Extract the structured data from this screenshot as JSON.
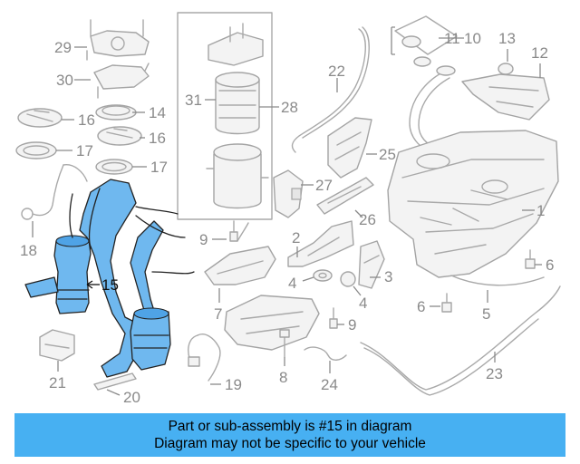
{
  "callouts": [
    {
      "id": "c1",
      "text": "1"
    },
    {
      "id": "c2",
      "text": "2"
    },
    {
      "id": "c3",
      "text": "3"
    },
    {
      "id": "c4a",
      "text": "4"
    },
    {
      "id": "c4b",
      "text": "4"
    },
    {
      "id": "c5",
      "text": "5"
    },
    {
      "id": "c6a",
      "text": "6"
    },
    {
      "id": "c6b",
      "text": "6"
    },
    {
      "id": "c7",
      "text": "7"
    },
    {
      "id": "c8",
      "text": "8"
    },
    {
      "id": "c9a",
      "text": "9"
    },
    {
      "id": "c9b",
      "text": "9"
    },
    {
      "id": "c10",
      "text": "10"
    },
    {
      "id": "c11",
      "text": "11"
    },
    {
      "id": "c12",
      "text": "12"
    },
    {
      "id": "c13",
      "text": "13"
    },
    {
      "id": "c14",
      "text": "14"
    },
    {
      "id": "c15",
      "text": "15",
      "highlight": true
    },
    {
      "id": "c16a",
      "text": "16"
    },
    {
      "id": "c16b",
      "text": "16"
    },
    {
      "id": "c17a",
      "text": "17"
    },
    {
      "id": "c17b",
      "text": "17"
    },
    {
      "id": "c18",
      "text": "18"
    },
    {
      "id": "c19",
      "text": "19"
    },
    {
      "id": "c20",
      "text": "20"
    },
    {
      "id": "c21",
      "text": "21"
    },
    {
      "id": "c22",
      "text": "22"
    },
    {
      "id": "c23",
      "text": "23"
    },
    {
      "id": "c24",
      "text": "24"
    },
    {
      "id": "c25",
      "text": "25"
    },
    {
      "id": "c26",
      "text": "26"
    },
    {
      "id": "c27",
      "text": "27"
    },
    {
      "id": "c28",
      "text": "28"
    },
    {
      "id": "c29",
      "text": "29"
    },
    {
      "id": "c30",
      "text": "30"
    },
    {
      "id": "c31",
      "text": "31"
    }
  ],
  "banner": {
    "line1": "Part or sub-assembly is #15 in diagram",
    "line2": "Diagram may not be specific to your vehicle"
  },
  "colors": {
    "highlight_part": "#6fb8ef",
    "banner_background": "#47b0f2",
    "line_art": "#a9a9a9",
    "callout_text": "#8a8a8a"
  }
}
